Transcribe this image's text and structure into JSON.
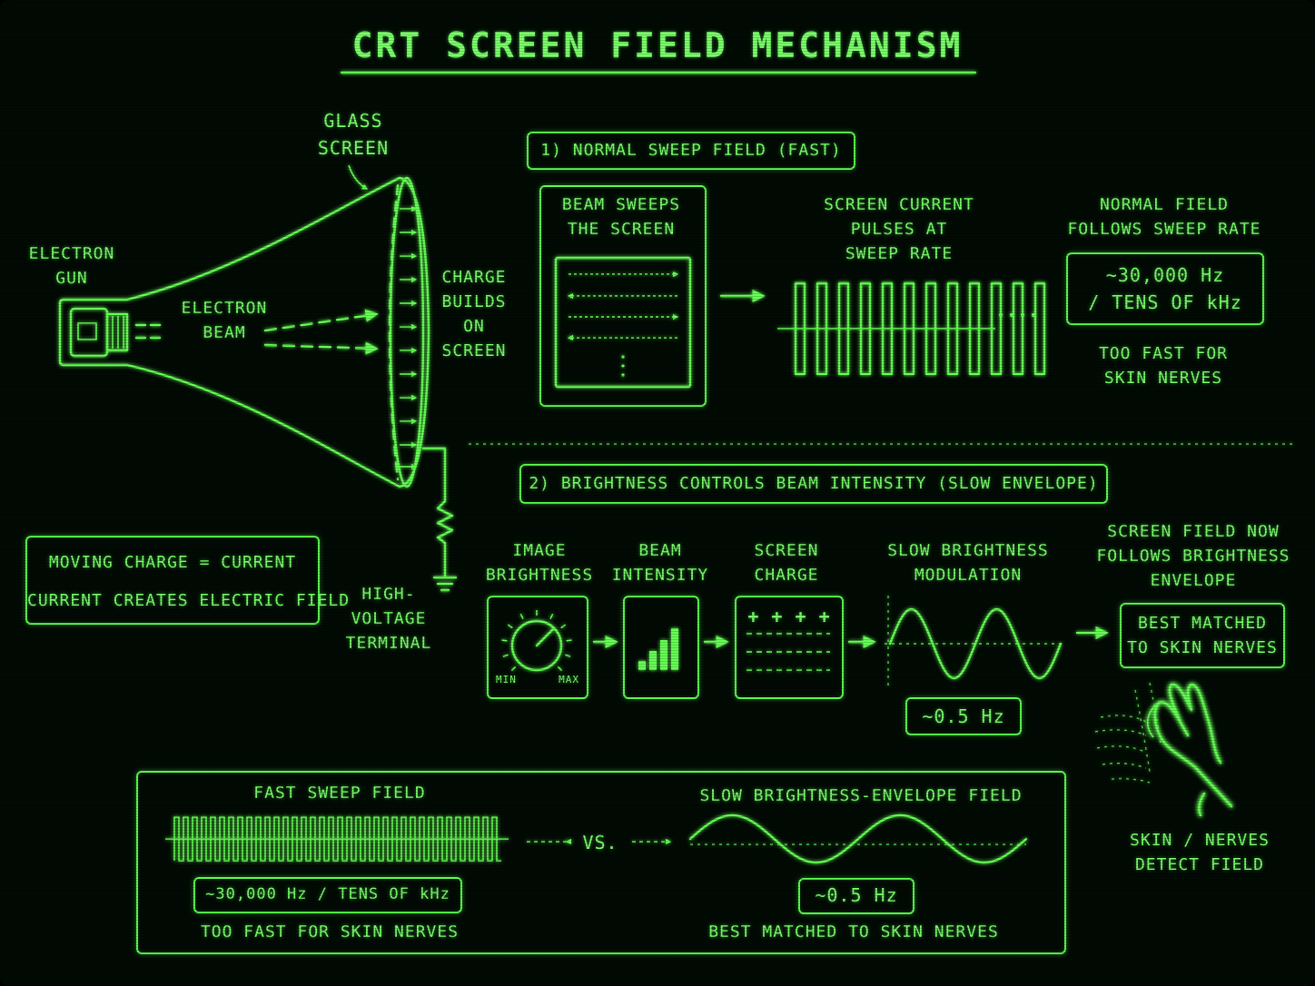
{
  "title": "CRT SCREEN FIELD MECHANISM",
  "left": {
    "glass_screen": [
      "GLASS",
      "SCREEN"
    ],
    "electron_gun": [
      "ELECTRON",
      "GUN"
    ],
    "electron_beam": [
      "ELECTRON",
      "BEAM"
    ],
    "charge_builds": [
      "CHARGE",
      "BUILDS",
      "ON",
      "SCREEN"
    ],
    "hv_terminal": [
      "HIGH-",
      "VOLTAGE",
      "TERMINAL"
    ],
    "info_box": [
      "MOVING CHARGE = CURRENT",
      "CURRENT CREATES ELECTRIC FIELD"
    ]
  },
  "section1": {
    "heading": "1) NORMAL SWEEP FIELD (FAST)",
    "beam_sweeps": [
      "BEAM SWEEPS",
      "THE SCREEN"
    ],
    "screen_current": [
      "SCREEN CURRENT",
      "PULSES AT",
      "SWEEP RATE"
    ],
    "normal_field": [
      "NORMAL FIELD",
      "FOLLOWS SWEEP RATE"
    ],
    "freq_box": [
      "~30,000 Hz",
      "/ TENS OF kHz"
    ],
    "too_fast": [
      "TOO FAST FOR",
      "SKIN NERVES"
    ]
  },
  "section2": {
    "heading": "2) BRIGHTNESS CONTROLS BEAM INTENSITY (SLOW ENVELOPE)",
    "image_brightness": [
      "IMAGE",
      "BRIGHTNESS"
    ],
    "dial_min": "MIN",
    "dial_max": "MAX",
    "beam_intensity": [
      "BEAM",
      "INTENSITY"
    ],
    "screen_charge": [
      "SCREEN",
      "CHARGE"
    ],
    "charge_plus": "+ + + +",
    "slow_mod": [
      "SLOW BRIGHTNESS",
      "MODULATION"
    ],
    "mod_freq": "~0.5 Hz",
    "screen_field_now": [
      "SCREEN FIELD NOW",
      "FOLLOWS BRIGHTNESS",
      "ENVELOPE"
    ],
    "best_matched": [
      "BEST MATCHED",
      "TO SKIN NERVES"
    ],
    "skin_detect": [
      "SKIN / NERVES",
      "DETECT FIELD"
    ]
  },
  "compare": {
    "fast_title": "FAST SWEEP FIELD",
    "fast_freq": "~30,000 Hz / TENS OF kHz",
    "fast_note": "TOO FAST FOR SKIN NERVES",
    "vs": "VS.",
    "slow_title": "SLOW BRIGHTNESS-ENVELOPE FIELD",
    "slow_freq": "~0.5 Hz",
    "slow_note": "BEST MATCHED TO SKIN NERVES"
  },
  "colors": {
    "phosphor": "#66FF55",
    "background": "#020a04"
  }
}
